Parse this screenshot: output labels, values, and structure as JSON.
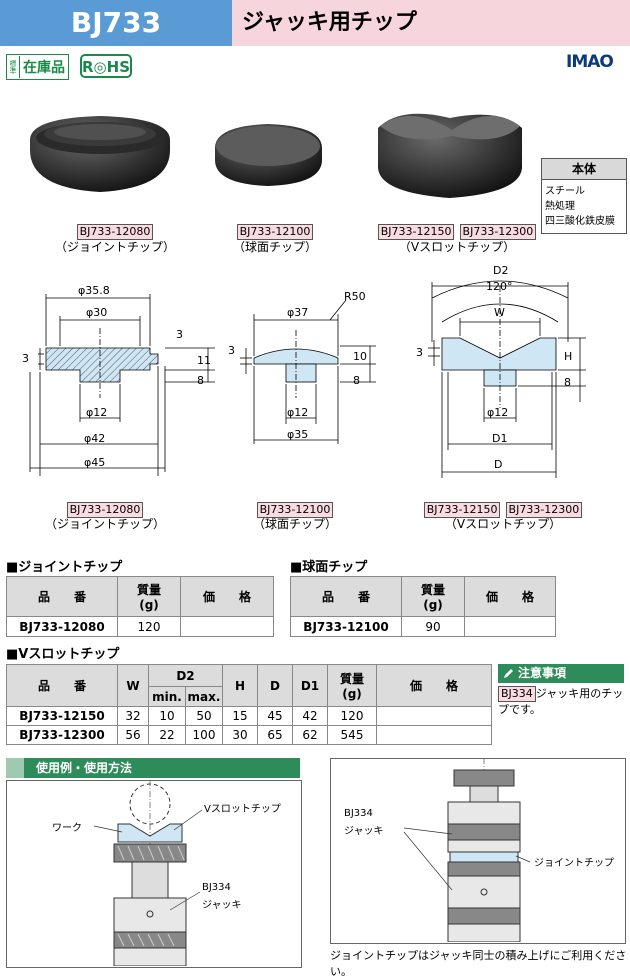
{
  "header": {
    "code": "BJ733",
    "name": "ジャッキ用チップ"
  },
  "badges": {
    "std_small": "標準",
    "std_big": "在庫品",
    "rohs": "R◎HS"
  },
  "logo": "IMAO",
  "products": [
    {
      "pn": "BJ733-12080",
      "caption": "（ジョイントチップ）"
    },
    {
      "pn": "BJ733-12100",
      "caption": "（球面チップ）"
    },
    {
      "pn1": "BJ733-12150",
      "pn2": "BJ733-12300",
      "caption": "（Vスロットチップ）"
    }
  ],
  "material": {
    "title": "本体",
    "lines": [
      "スチール",
      "熱処理",
      "四三酸化鉄皮膜"
    ]
  },
  "dims": {
    "joint": {
      "d1": "φ35.8",
      "d2": "φ30",
      "d3": "φ12",
      "d4": "φ42",
      "d5": "φ45",
      "h1": "3",
      "h2": "3",
      "h3": "11",
      "h4": "8"
    },
    "sphere": {
      "d1": "φ37",
      "r": "R50",
      "d2": "φ12",
      "d3": "φ35",
      "h1": "3",
      "h2": "10",
      "h3": "8"
    },
    "vslot": {
      "D2": "D2",
      "ang": "120°",
      "W": "W",
      "H": "H",
      "h1": "3",
      "h2": "8",
      "d1": "φ12",
      "D1": "D1",
      "D": "D"
    }
  },
  "labels_row2": [
    {
      "pn": "BJ733-12080",
      "caption": "（ジョイントチップ）"
    },
    {
      "pn": "BJ733-12100",
      "caption": "（球面チップ）"
    },
    {
      "pn1": "BJ733-12150",
      "pn2": "BJ733-12300",
      "caption": "（Vスロットチップ）"
    }
  ],
  "tables": {
    "joint": {
      "title": "■ジョイントチップ",
      "h_pn": "品　　番",
      "h_mass1": "質量",
      "h_mass2": "(g)",
      "h_price": "価　　格",
      "row": {
        "pn": "BJ733-12080",
        "mass": "120",
        "price": ""
      }
    },
    "sphere": {
      "title": "■球面チップ",
      "h_pn": "品　　番",
      "h_mass1": "質量",
      "h_mass2": "(g)",
      "h_price": "価　　格",
      "row": {
        "pn": "BJ733-12100",
        "mass": "90",
        "price": ""
      }
    },
    "vslot": {
      "title": "■Vスロットチップ",
      "h_pn": "品　　番",
      "h_W": "W",
      "h_D2": "D2",
      "h_min": "min.",
      "h_max": "max.",
      "h_H": "H",
      "h_D": "D",
      "h_D1": "D1",
      "h_mass1": "質量",
      "h_mass2": "(g)",
      "h_price": "価　　格",
      "rows": [
        {
          "pn": "BJ733-12150",
          "W": "32",
          "min": "10",
          "max": "50",
          "H": "15",
          "D": "45",
          "D1": "42",
          "mass": "120",
          "price": ""
        },
        {
          "pn": "BJ733-12300",
          "W": "56",
          "min": "22",
          "max": "100",
          "H": "30",
          "D": "65",
          "D1": "62",
          "mass": "545",
          "price": ""
        }
      ]
    }
  },
  "note": {
    "title": "注意事項",
    "pn": "BJ334",
    "text": "ジャッキ用のチップです。"
  },
  "usage": {
    "title": "使用例・使用方法",
    "left": {
      "work": "ワーク",
      "vslot": "Vスロットチップ",
      "jack_pn": "BJ334",
      "jack": "ジャッキ"
    },
    "right": {
      "jack_pn": "BJ334",
      "jack": "ジャッキ",
      "joint": "ジョイントチップ"
    },
    "bottom_note": "ジョイントチップはジャッキ同士の積み上げにご利用ください。"
  }
}
